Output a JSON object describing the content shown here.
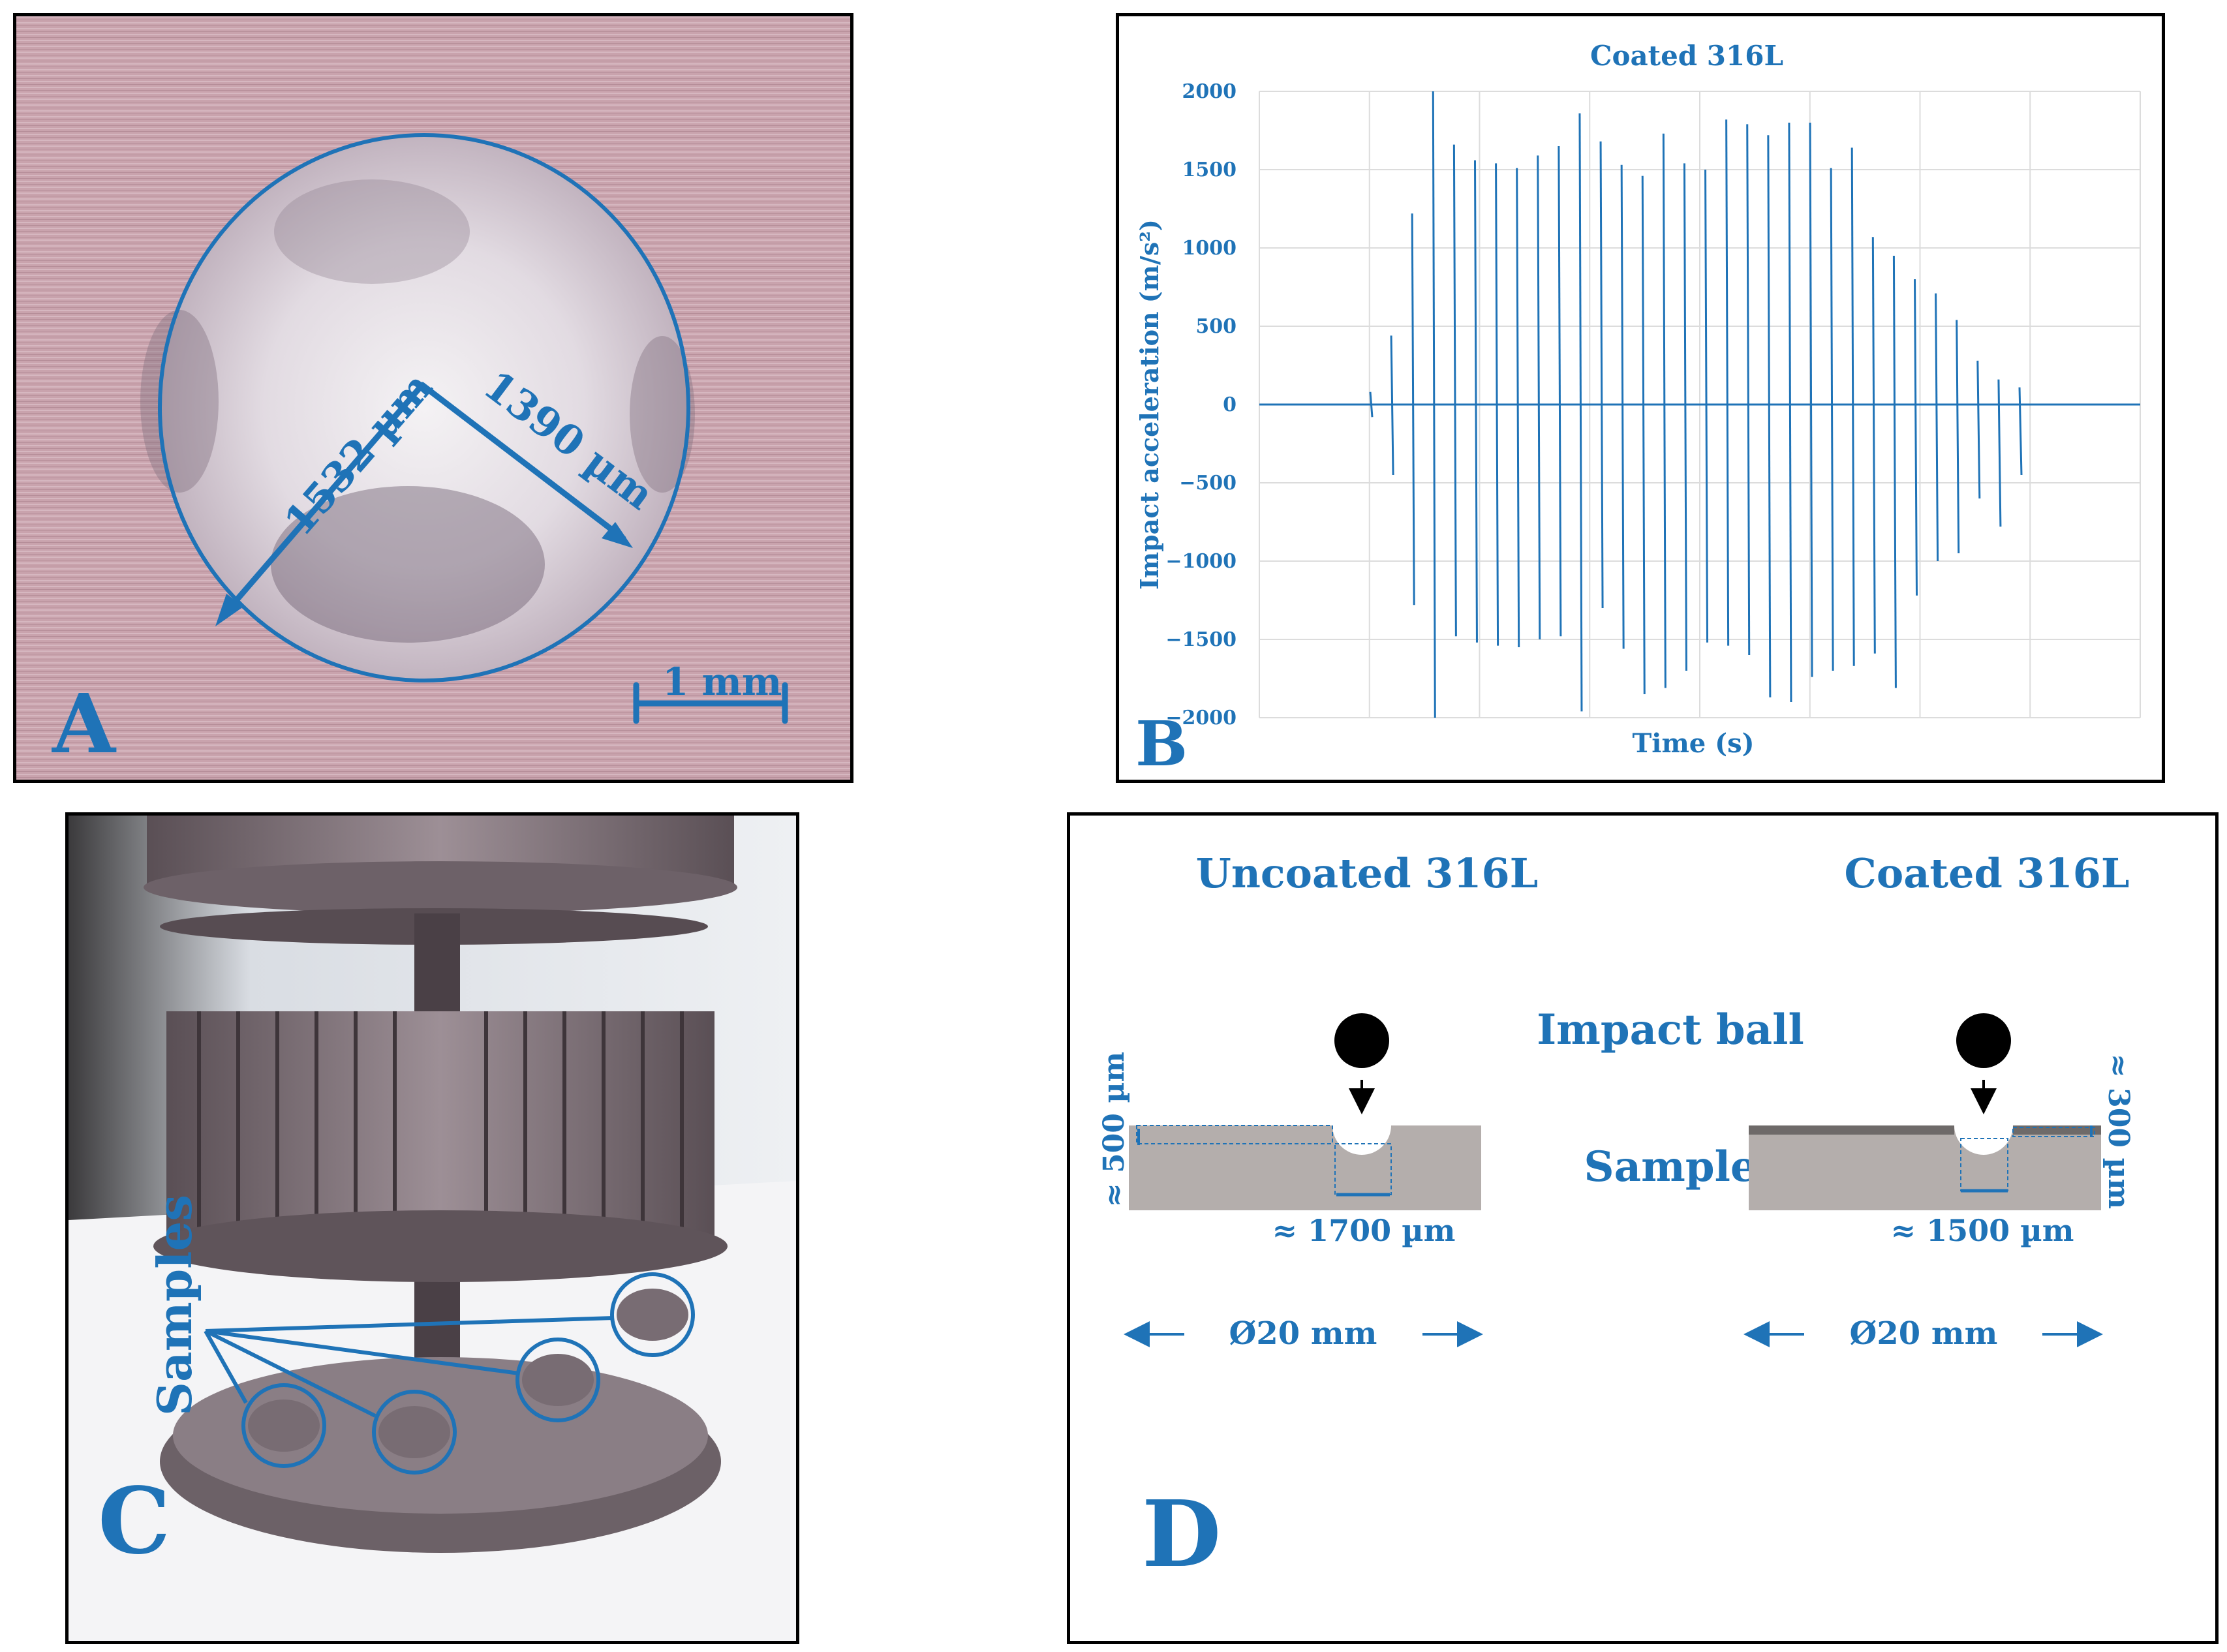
{
  "colors": {
    "accent": "#1f73b7",
    "border": "#000000",
    "sample_fill": "#b4aeac",
    "ball": "#000000"
  },
  "panel_a": {
    "letter": "A",
    "measure_1": "1532 µm",
    "measure_2": "1390 µm",
    "scale_bar": "1 mm"
  },
  "panel_b": {
    "letter": "B",
    "title": "Coated 316L",
    "ylabel": "Impact acceleration (m/s²)",
    "xlabel": "Time (s)",
    "y_ticks": [
      "2000",
      "1500",
      "1000",
      "500",
      "0",
      "−500",
      "−1000",
      "−1500",
      "−2000"
    ]
  },
  "panel_c": {
    "letter": "C",
    "label": "Samples"
  },
  "panel_d": {
    "letter": "D",
    "left_title": "Uncoated 316L",
    "right_title": "Coated 316L",
    "impact_ball": "Impact ball",
    "sample": "Sample",
    "left_depth": "≈ 500 µm",
    "left_width": "≈ 1700 µm",
    "right_depth": "≈ 300 µm",
    "right_width": "≈ 1500 µm",
    "left_diameter": "Ø20 mm",
    "right_diameter": "Ø20 mm"
  },
  "chart_data": {
    "type": "line",
    "title": "Coated 316L",
    "xlabel": "Time (s)",
    "ylabel": "Impact acceleration (m/s²)",
    "ylim": [
      -2000,
      2000
    ],
    "grid": true,
    "series": [
      {
        "peaks_positive": [
          80,
          440,
          1220,
          2000,
          1660,
          1560,
          1540,
          1510,
          1590,
          1650,
          1860,
          1680,
          1530,
          1460,
          1730,
          1540,
          1500,
          1820,
          1790,
          1720,
          1800,
          1800,
          1510,
          1640,
          1070,
          950,
          800,
          710,
          540,
          280,
          160,
          110
        ],
        "peaks_negative": [
          -80,
          -450,
          -1280,
          -2000,
          -1480,
          -1520,
          -1540,
          -1550,
          -1500,
          -1480,
          -1960,
          -1300,
          -1560,
          -1850,
          -1810,
          -1700,
          -1520,
          -1540,
          -1600,
          -1870,
          -1900,
          -1740,
          -1700,
          -1670,
          -1590,
          -1810,
          -1220,
          -1000,
          -950,
          -600,
          -780,
          -450
        ]
      }
    ]
  }
}
